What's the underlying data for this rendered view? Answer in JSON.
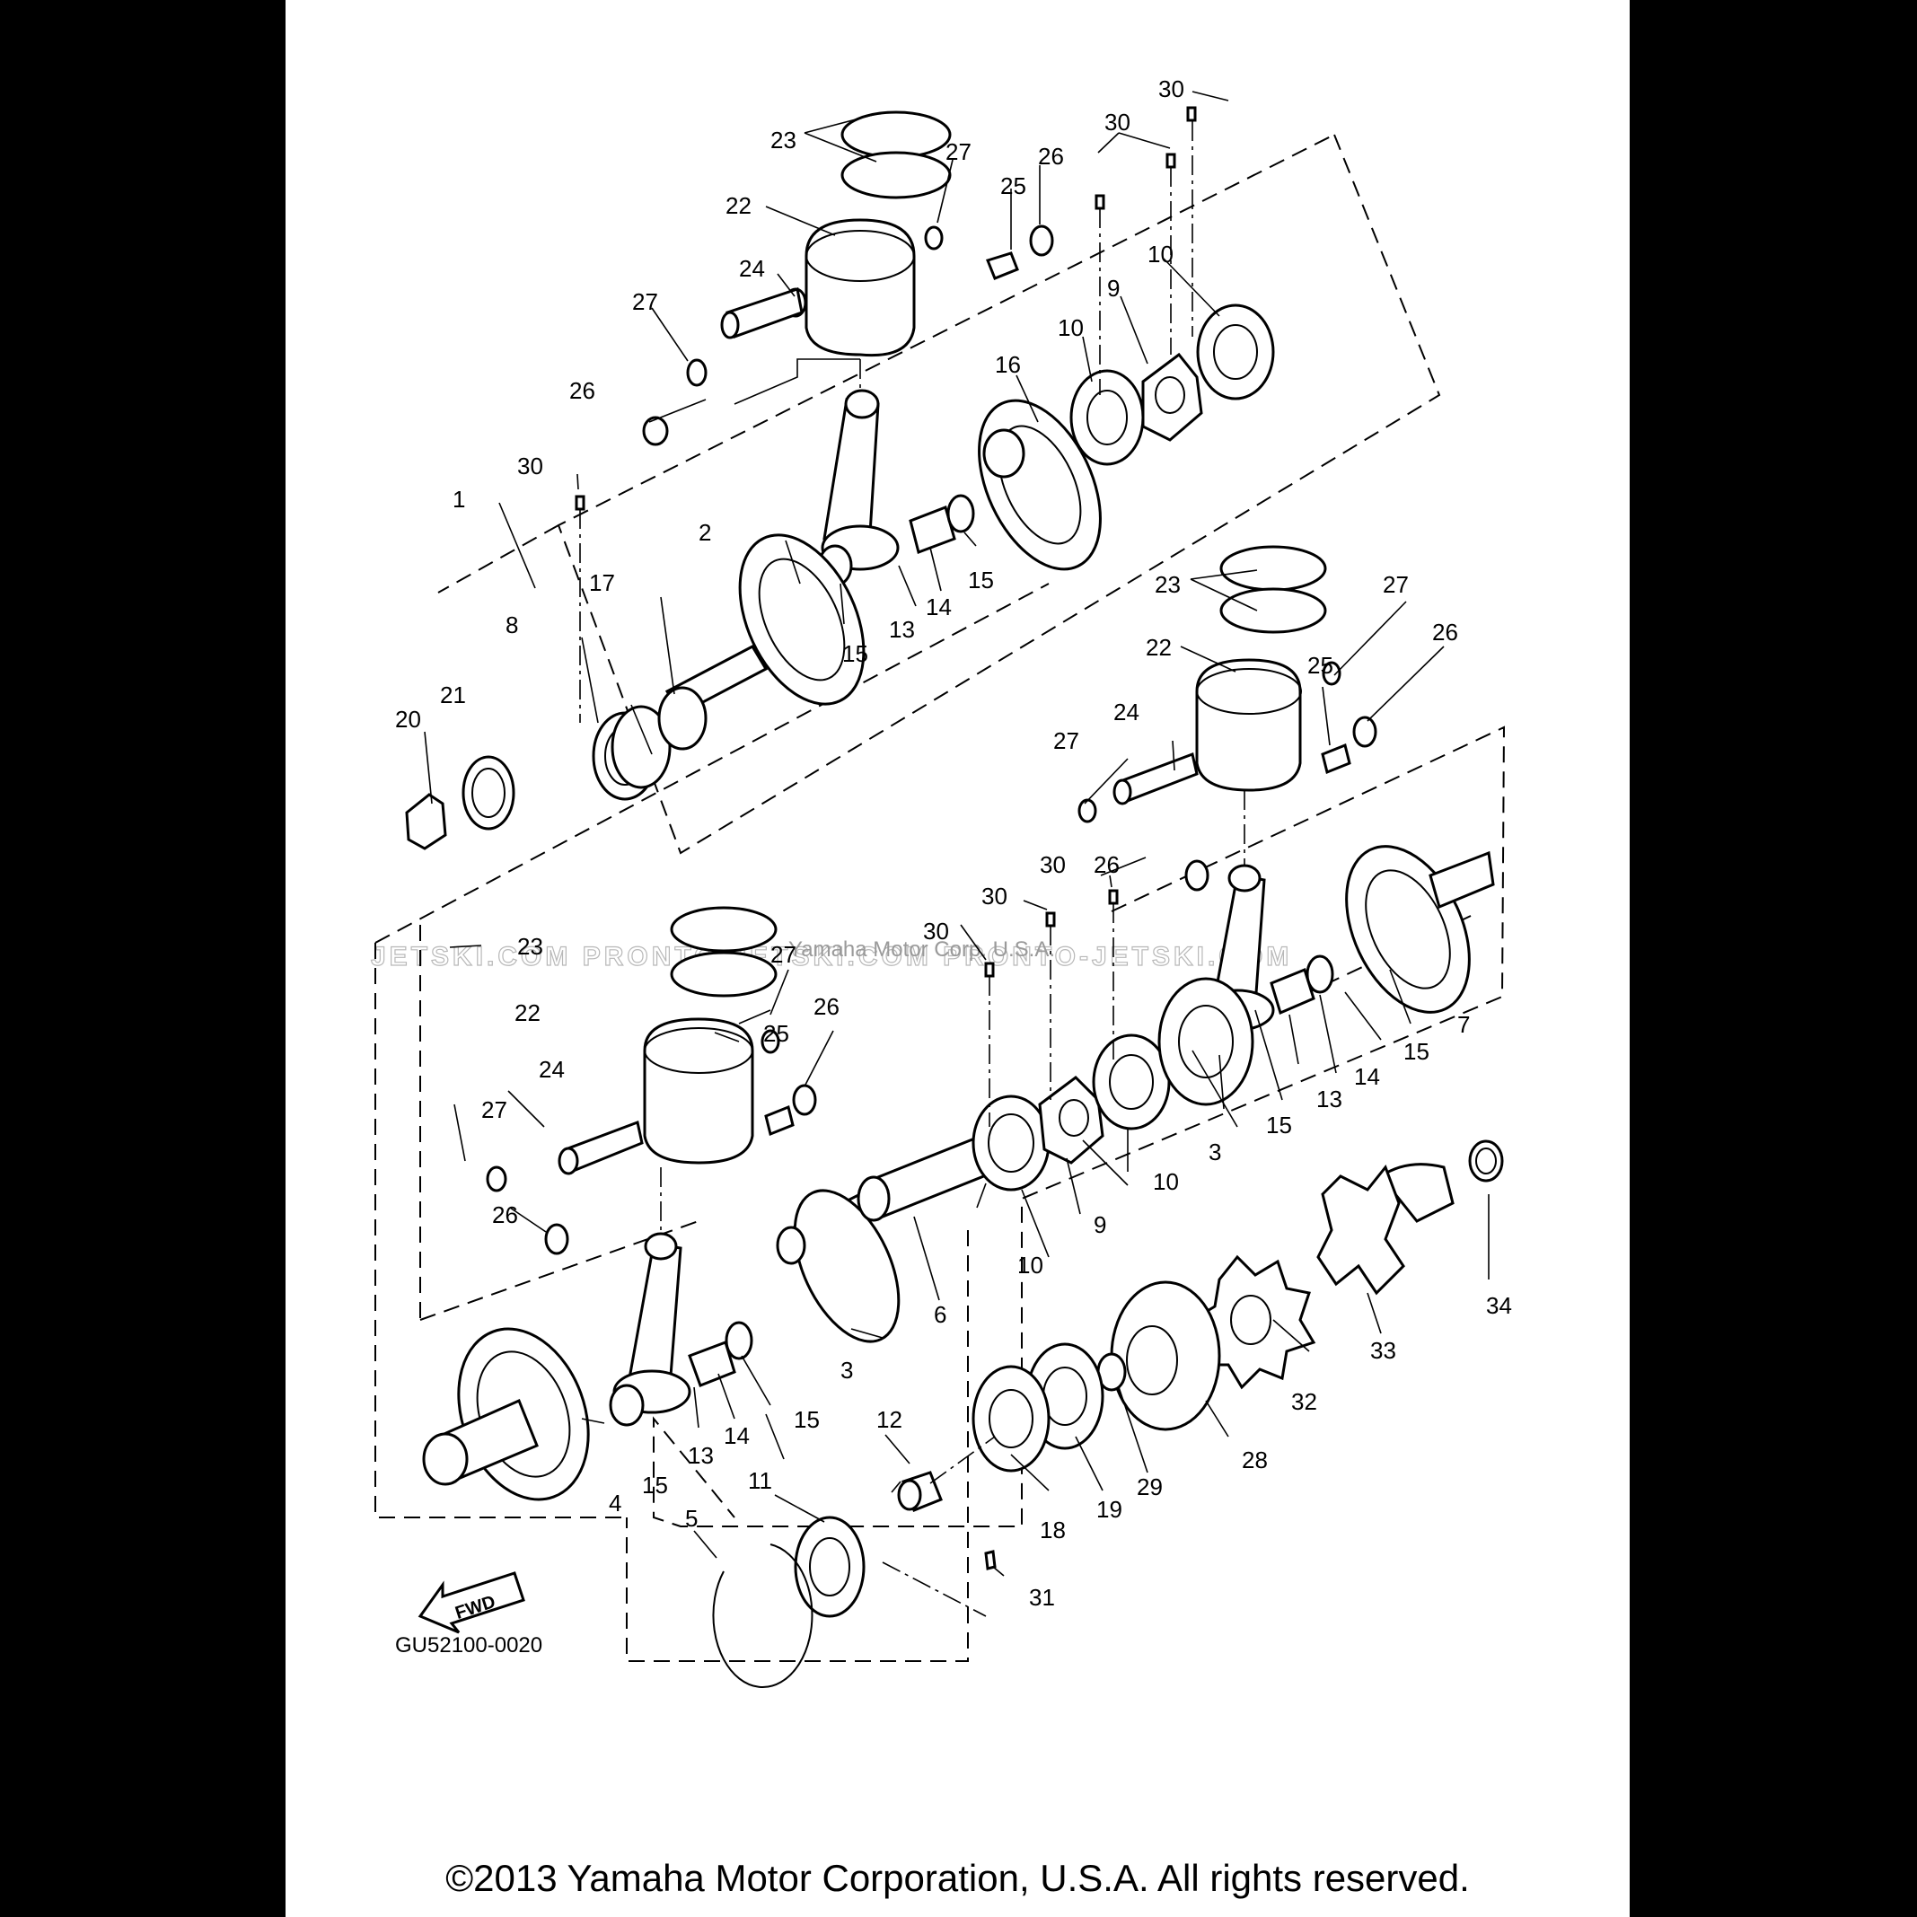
{
  "figure": {
    "code": "GU52100-0020",
    "direction_label": "FWD",
    "watermark_main": "JETSKI.COM  PRONTO-JETSKI.COM  PRONTO-JETSKI.COM",
    "watermark_sub": "Yamaha Motor Corp. U.S.A."
  },
  "footer": {
    "copyright": "©2013 Yamaha Motor Corporation, U.S.A. All rights reserved."
  },
  "callouts": [
    {
      "id": "c-30a",
      "text": "30"
    },
    {
      "id": "c-30b",
      "text": "30"
    },
    {
      "id": "c-23a",
      "text": "23"
    },
    {
      "id": "c-27a",
      "text": "27"
    },
    {
      "id": "c-26a",
      "text": "26"
    },
    {
      "id": "c-25a",
      "text": "25"
    },
    {
      "id": "c-22a",
      "text": "22"
    },
    {
      "id": "c-10a",
      "text": "10"
    },
    {
      "id": "c-24a",
      "text": "24"
    },
    {
      "id": "c-27b",
      "text": "27"
    },
    {
      "id": "c-9a",
      "text": "9"
    },
    {
      "id": "c-10b",
      "text": "10"
    },
    {
      "id": "c-26b",
      "text": "26"
    },
    {
      "id": "c-16",
      "text": "16"
    },
    {
      "id": "c-30c",
      "text": "30"
    },
    {
      "id": "c-1",
      "text": "1"
    },
    {
      "id": "c-2",
      "text": "2"
    },
    {
      "id": "c-15a",
      "text": "15"
    },
    {
      "id": "c-14a",
      "text": "14"
    },
    {
      "id": "c-13a",
      "text": "13"
    },
    {
      "id": "c-15b",
      "text": "15"
    },
    {
      "id": "c-17",
      "text": "17"
    },
    {
      "id": "c-8",
      "text": "8"
    },
    {
      "id": "c-21",
      "text": "21"
    },
    {
      "id": "c-20",
      "text": "20"
    },
    {
      "id": "c-23b",
      "text": "23"
    },
    {
      "id": "c-27c",
      "text": "27"
    },
    {
      "id": "c-26c",
      "text": "26"
    },
    {
      "id": "c-22b",
      "text": "22"
    },
    {
      "id": "c-25b",
      "text": "25"
    },
    {
      "id": "c-24b",
      "text": "24"
    },
    {
      "id": "c-27d",
      "text": "27"
    },
    {
      "id": "c-30d",
      "text": "30"
    },
    {
      "id": "c-26d",
      "text": "26"
    },
    {
      "id": "c-30e",
      "text": "30"
    },
    {
      "id": "c-30f",
      "text": "30"
    },
    {
      "id": "c-23c",
      "text": "23"
    },
    {
      "id": "c-27e",
      "text": "27"
    },
    {
      "id": "c-22c",
      "text": "22"
    },
    {
      "id": "c-26e",
      "text": "26"
    },
    {
      "id": "c-25c",
      "text": "25"
    },
    {
      "id": "c-24c",
      "text": "24"
    },
    {
      "id": "c-27f",
      "text": "27"
    },
    {
      "id": "c-26f",
      "text": "26"
    },
    {
      "id": "c-7",
      "text": "7"
    },
    {
      "id": "c-15c",
      "text": "15"
    },
    {
      "id": "c-14b",
      "text": "14"
    },
    {
      "id": "c-13b",
      "text": "13"
    },
    {
      "id": "c-15d",
      "text": "15"
    },
    {
      "id": "c-3a",
      "text": "3"
    },
    {
      "id": "c-10c",
      "text": "10"
    },
    {
      "id": "c-9b",
      "text": "9"
    },
    {
      "id": "c-10d",
      "text": "10"
    },
    {
      "id": "c-6",
      "text": "6"
    },
    {
      "id": "c-3b",
      "text": "3"
    },
    {
      "id": "c-15e",
      "text": "15"
    },
    {
      "id": "c-14c",
      "text": "14"
    },
    {
      "id": "c-13c",
      "text": "13"
    },
    {
      "id": "c-15f",
      "text": "15"
    },
    {
      "id": "c-4",
      "text": "4"
    },
    {
      "id": "c-34",
      "text": "34"
    },
    {
      "id": "c-33",
      "text": "33"
    },
    {
      "id": "c-32",
      "text": "32"
    },
    {
      "id": "c-28",
      "text": "28"
    },
    {
      "id": "c-29",
      "text": "29"
    },
    {
      "id": "c-19",
      "text": "19"
    },
    {
      "id": "c-18",
      "text": "18"
    },
    {
      "id": "c-12",
      "text": "12"
    },
    {
      "id": "c-11",
      "text": "11"
    },
    {
      "id": "c-5",
      "text": "5"
    },
    {
      "id": "c-31",
      "text": "31"
    }
  ]
}
